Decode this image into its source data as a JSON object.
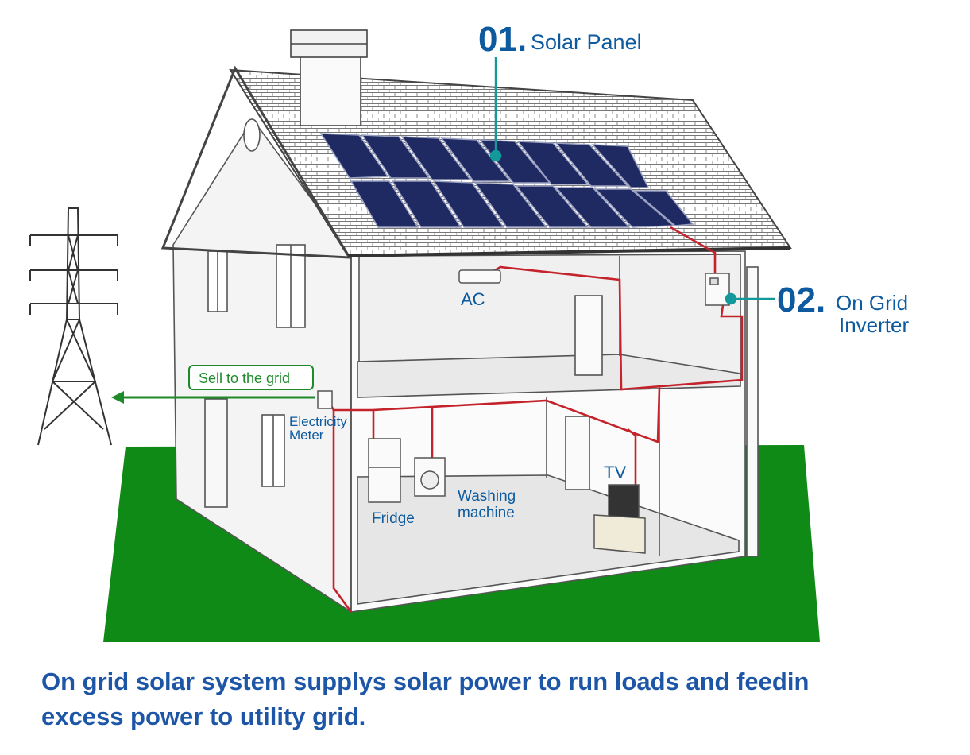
{
  "labels": {
    "solar_panel_num": "01.",
    "solar_panel_text": "Solar Panel",
    "inverter_num": "02.",
    "inverter_line1": "On Grid",
    "inverter_line2": "Inverter",
    "ac": "AC",
    "sell_to_grid": "Sell to the grid",
    "meter_line1": "Electricity",
    "meter_line2": "Meter",
    "fridge": "Fridge",
    "washing_line1": "Washing",
    "washing_line2": "machine",
    "tv": "TV"
  },
  "caption": {
    "line1": "On grid solar system supplys solar power to run loads and feedin",
    "line2": "excess power to utility grid."
  },
  "colors": {
    "label_blue": "#0d5a9e",
    "leader_teal": "#13999a",
    "wire_red": "#c4232b",
    "arrow_green": "#1e8a2a",
    "grass_green": "#0f8a16",
    "panel_navy": "#1f2a63",
    "caption_blue": "#1d56a6"
  }
}
